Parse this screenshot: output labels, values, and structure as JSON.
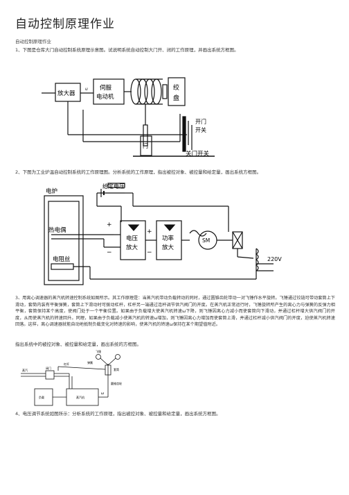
{
  "title": "自动控制原理作业",
  "subtitle": "自动控制原理作业",
  "q1": "1、下图是仓库大门自动控制系统原理示意图。试说明系统自动控制大门开、闭的工作原理，并画出系统方框图。",
  "fig1": {
    "amplifier": "放大器",
    "u_label": "u",
    "servo_line1": "伺服",
    "servo_line2": "电动机",
    "drum_line1": "绞",
    "drum_line2": "盘",
    "door": "门",
    "open_switch_line1": "开门",
    "open_switch_line2": "开关",
    "close_switch": "关门开关"
  },
  "q2": "2、下图为工业炉温自动控制系统的工作原理图。分析系统的工作原理，指出被控对象、被控量和给定量，画出系统方框图。",
  "fig2": {
    "furnace": "电炉",
    "setpoint": "给定电压",
    "thermocouple": "热电偶",
    "heater": "电阻丝",
    "voltage_amp_line1": "电压",
    "voltage_amp_line2": "放大",
    "power_amp_line1": "功率",
    "power_amp_line2": "放大",
    "motor": "SM",
    "supply": "220V",
    "plus": "+",
    "minus": "−"
  },
  "q3": "3、用离心调速器的蒸汽机转速控制系统如图所示。其工作原理是：当蒸汽机带动负载转动的同时，通过圆锥齿轮带动一对飞锤作水平旋转。飞锤通过铰链可带动套筒上下滑动，套筒内装有平衡弹簧，套筒上下滑动时可拨动杠杆，杠杆另一端通过连杆调节供汽阀门的开度。在蒸汽机正常运行时，飞锤旋转所产生的离心力与弹簧的反弹力相平衡，套筒保持某个高度，使阀门处于一个平衡位置。如果由于负载增大使蒸汽机转速ω下降，则飞锤因离心力减小而使套筒向下滑动，并通过杠杆增大供汽阀门的开度，从而使蒸汽机的转速回升。同理，如果由于负载减小使蒸汽机的转速ω增加，则飞锤因离心力增加而使套筒上滑，并通过杠杆减小供汽阀门的开度，迫使蒸汽机转速回落。这样，离心调速器就能自动地抵制负载变化对转速的影响，使蒸汽机的转速ω保持在某个期望值附近。",
  "q3b": "指出系统中的被控对象、被控量和给定量，画出系统的方框图。",
  "fig3": {
    "flyball": "飞锤",
    "lever": "杠杆",
    "spring": "弹簧",
    "sleeve": "套筒",
    "steam": "蒸汽",
    "valve": "阀门",
    "load": "负载",
    "engine": "蒸汽机",
    "omega": "ω",
    "gear": "圆锥齿轮"
  },
  "q4": "4、电压调节系统如图所示：分析系统的工作原理，指出被控对象、被控量和给定量，画出系统方框图。"
}
